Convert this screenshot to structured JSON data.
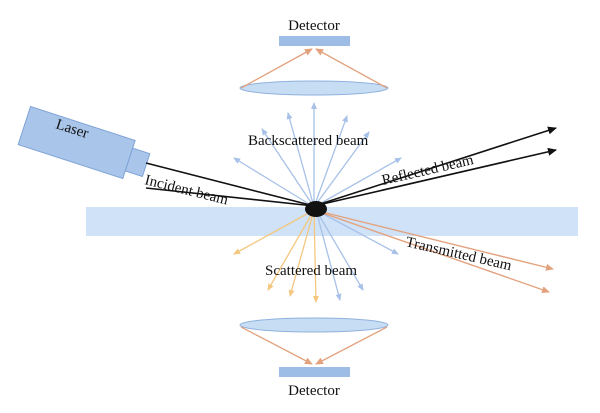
{
  "labels": {
    "detector_top": "Detector",
    "detector_bottom": "Detector",
    "laser": "Laser",
    "backscattered": "Backscattered beam",
    "incident": "Incident beam",
    "reflected": "Reflected beam",
    "transmitted": "Transmitted beam",
    "scattered": "Scattered beam"
  },
  "colors": {
    "laser_body": "#a9c5ea",
    "laser_outline": "#7fa3d6",
    "slab": "#cfe2f7",
    "lens": "#c7ddf4",
    "lens_outline": "#8fb1dd",
    "detector": "#9dbde6",
    "beam": "#111111",
    "blue_ray": "#a7c1e8",
    "orange_ray": "#f4c77f",
    "transmitted_ray": "#e3a27e",
    "particle": "#111111"
  }
}
